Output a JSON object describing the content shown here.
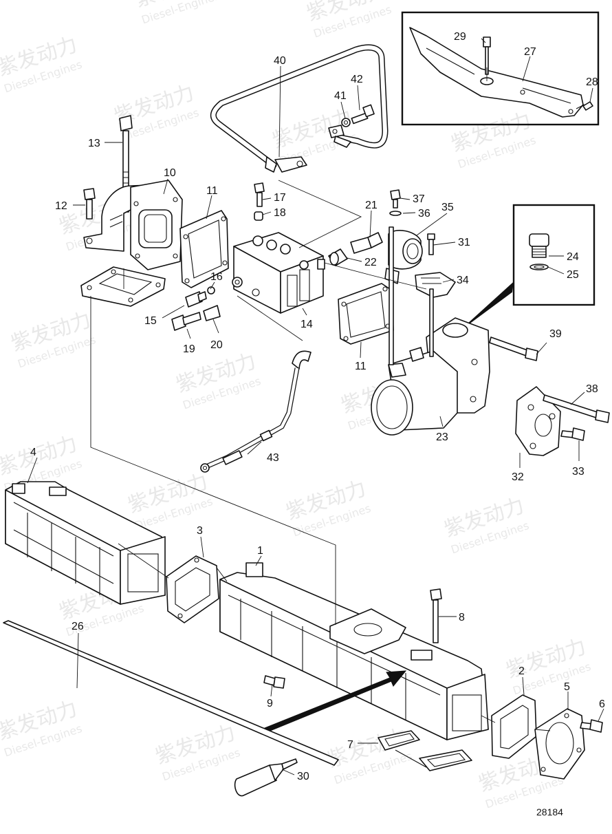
{
  "drawing_number": "28184",
  "watermark": {
    "brand": "紫发动力",
    "sub": "Diesel-Engines"
  },
  "callouts": [
    "1",
    "2",
    "3",
    "4",
    "5",
    "6",
    "7",
    "8",
    "9",
    "10",
    "11",
    "11",
    "12",
    "13",
    "14",
    "15",
    "16",
    "17",
    "18",
    "19",
    "20",
    "21",
    "22",
    "23",
    "24",
    "25",
    "26",
    "27",
    "28",
    "29",
    "30",
    "31",
    "32",
    "33",
    "34",
    "35",
    "36",
    "37",
    "38",
    "39",
    "40",
    "41",
    "42",
    "43"
  ]
}
